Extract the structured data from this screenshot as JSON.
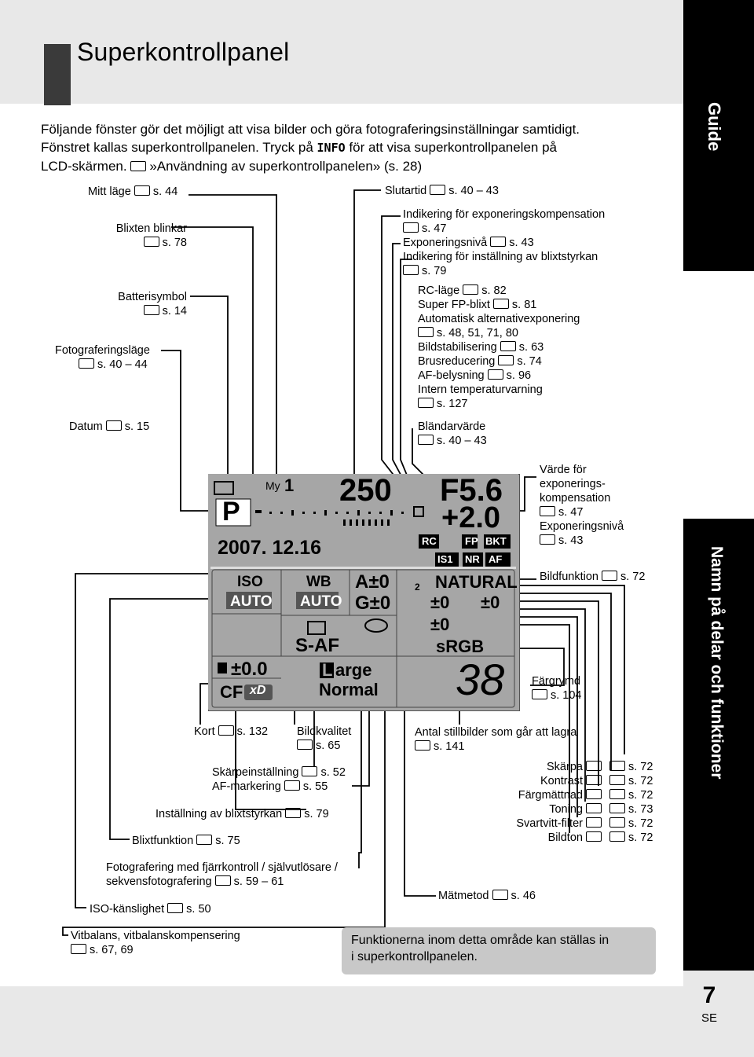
{
  "header": {
    "title": "Superkontrollpanel"
  },
  "intro": {
    "line1": "Följande fönster gör det möjligt att visa bilder och göra fotograferingsinställningar samtidigt.",
    "line2_a": "Fönstret kallas superkontrollpanelen. Tryck på",
    "line2_info": "INFO",
    "line2_b": "för att visa superkontrollpanelen på",
    "line3": "LCD-skärmen.",
    "line3_ref": "»Användning av superkontrollpanelen» (s. 28)"
  },
  "sidebar": {
    "guide": "Guide",
    "section": "Namn på delar och funktioner"
  },
  "page": {
    "number": "7",
    "lang": "SE"
  },
  "labels": {
    "mitt_lage": [
      "Mitt läge",
      "s. 44"
    ],
    "blixten_blinkar": [
      "Blixten blinkar",
      "s. 78"
    ],
    "batterisymbol": [
      "Batterisymbol",
      "s. 14"
    ],
    "fotograferingslage": [
      "Fotograferingsläge",
      "s. 40 – 44"
    ],
    "datum": [
      "Datum",
      "s. 15"
    ],
    "slutartid": [
      "Slutartid",
      "s. 40 – 43"
    ],
    "exp_komp_ind": [
      "Indikering för exponeringskompensation",
      "s. 47"
    ],
    "exp_niva": [
      "Exponeringsnivå",
      "s. 43"
    ],
    "blixt_ind": [
      "Indikering för inställning av blixtstyrkan",
      "s. 79"
    ],
    "rc_lage": [
      "RC-läge",
      "s. 82"
    ],
    "super_fp": [
      "Super FP-blixt",
      "s. 81"
    ],
    "auto_alt": [
      "Automatisk alternativexponering",
      "s. 48, 51, 71, 80"
    ],
    "bildstab": [
      "Bildstabilisering",
      "s. 63"
    ],
    "brus": [
      "Brusreducering",
      "s. 74"
    ],
    "af_bel": [
      "AF-belysning",
      "s. 96"
    ],
    "intern_temp": [
      "Intern temperaturvarning",
      "s. 127"
    ],
    "blandarvarde": [
      "Bländarvärde",
      "s. 40 – 43"
    ],
    "varde_exp": [
      "Värde för",
      "exponerings-",
      "kompensation",
      "s. 47",
      "Exponeringsnivå",
      "s. 43"
    ],
    "bildfunktion": [
      "Bildfunktion",
      "s. 72"
    ],
    "fargrymd": [
      "Färgrymd",
      "s. 104"
    ],
    "antal": [
      "Antal stillbilder som går att lagra",
      "s. 141"
    ],
    "skarpa": [
      "Skärpa",
      "s. 72"
    ],
    "kontrast": [
      "Kontrast",
      "s. 72"
    ],
    "fargmattnad": [
      "Färgmättnad",
      "s. 72"
    ],
    "toning": [
      "Toning",
      "s. 73"
    ],
    "svartvitt": [
      "Svartvitt-filter",
      "s. 72"
    ],
    "bildton": [
      "Bildton",
      "s. 72"
    ],
    "matmetod": [
      "Mätmetod",
      "s. 46"
    ],
    "kort": [
      "Kort",
      "s. 132"
    ],
    "bildkvalitet": [
      "Bildkvalitet",
      "s. 65"
    ],
    "skarpinst": [
      "Skärpeinställning",
      "s. 52"
    ],
    "af_mark": [
      "AF-markering",
      "s. 55"
    ],
    "inst_blixt": [
      "Inställning av blixtstyrkan",
      "s. 79"
    ],
    "blixtfunktion": [
      "Blixtfunktion",
      "s. 75"
    ],
    "fjarr": [
      "Fotografering med fjärrkontroll / självutlösare /",
      "sekvensfotografering",
      "s. 59 – 61"
    ],
    "iso": [
      "ISO-känslighet",
      "s. 50"
    ],
    "vitbalans": [
      "Vitbalans, vitbalanskompensering",
      "s. 67, 69"
    ]
  },
  "panel": {
    "mode": "P",
    "shutter": "250",
    "aperture": "F5.6",
    "exp_comp": "+2.0",
    "date": "2007. 12.16",
    "mymode": "My",
    "mynum": "1",
    "iso_label": "ISO",
    "iso_value": "AUTO",
    "wb_label": "WB",
    "wb_value": "AUTO",
    "wb_a": "A±0",
    "wb_g": "G±0",
    "picture_mode": "NATURAL",
    "picture_num": "2",
    "sharp": "±0",
    "contrast": "±0",
    "saturation": "±0",
    "focus": "S-AF",
    "flash_comp": "±0.0",
    "card": "CF",
    "card_xd": "xD",
    "quality_l": "L",
    "quality": "arge",
    "compression": "Normal",
    "colorspace": "sRGB",
    "shots": "38",
    "badges": {
      "rc": "RC",
      "fp": "FP",
      "bkt": "BKT",
      "is1": "IS1",
      "nr": "NR",
      "af": "AF"
    }
  },
  "note": {
    "line1": "Funktionerna inom detta område kan ställas in",
    "line2": "i superkontrollpanelen."
  }
}
